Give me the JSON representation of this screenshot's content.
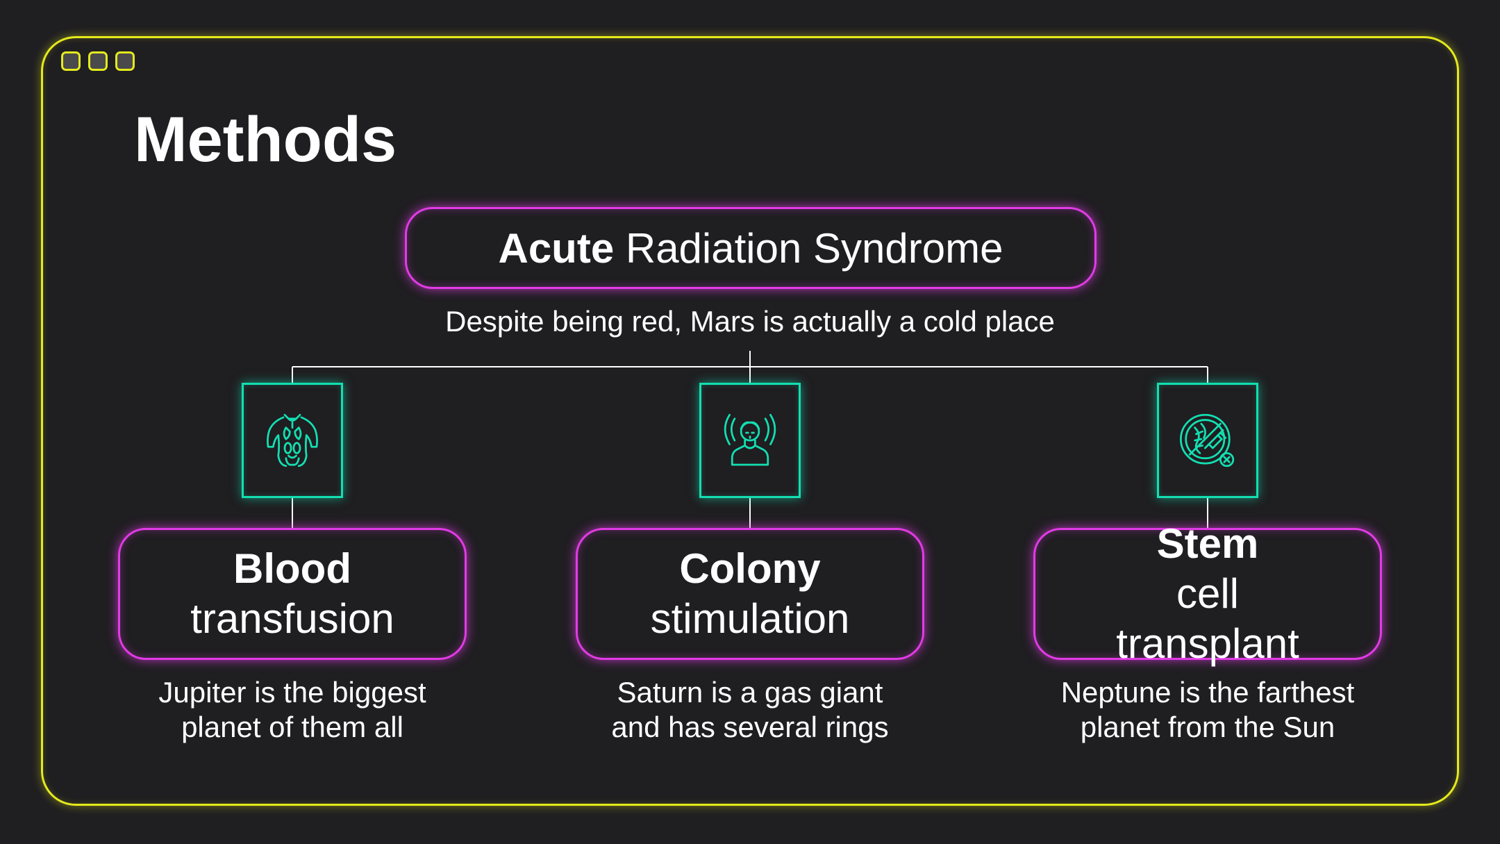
{
  "title": "Methods",
  "main": {
    "bold": "Acute",
    "rest": " Radiation Syndrome",
    "subtitle": "Despite being red, Mars is actually a cold place"
  },
  "methods": [
    {
      "title_line1_bold": "Blood",
      "title_line1_rest": "",
      "title_line2": "transfusion",
      "icon": "body-organs-icon",
      "desc_line1": "Jupiter is the biggest",
      "desc_line2": "planet of them all"
    },
    {
      "title_line1_bold": "Colony",
      "title_line1_rest": "",
      "title_line2": "stimulation",
      "icon": "person-radiation-icon",
      "desc_line1": "Saturn is a gas giant",
      "desc_line2": "and has several rings"
    },
    {
      "title_line1_bold": "Stem",
      "title_line1_rest": " cell",
      "title_line2": "transplant",
      "icon": "dna-syringe-icon",
      "desc_line1": "Neptune is the farthest",
      "desc_line2": "planet from the Sun"
    }
  ],
  "colors": {
    "background": "#1f1e21",
    "frame": "#e5ea1d",
    "pill_border": "#e23be6",
    "icon": "#13dfb1",
    "text": "#ffffff"
  }
}
